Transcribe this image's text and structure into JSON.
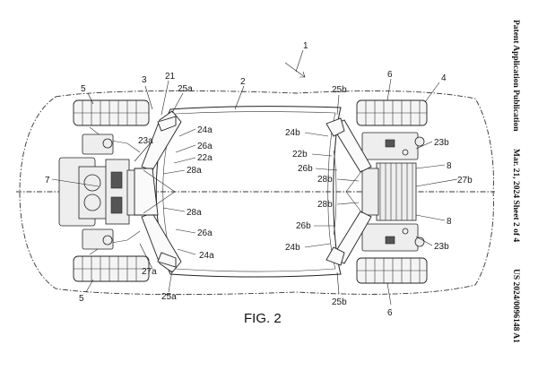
{
  "header": {
    "line1": "Patent Application Publication",
    "line2": "Mar. 21, 2024  Sheet 2 of 4",
    "line3": "US 2024/0096148 A1"
  },
  "figure": {
    "caption": "FIG. 2",
    "labels": {
      "l1": "1",
      "l2": "2",
      "l3": "3",
      "l4": "4",
      "l5a": "5",
      "l5b": "5",
      "l6a": "6",
      "l6b": "6",
      "l7": "7",
      "l8a": "8",
      "l8b": "8",
      "l21": "21",
      "l22a": "22a",
      "l22b": "22b",
      "l23a": "23a",
      "l23b1": "23b",
      "l23b2": "23b",
      "l24a1": "24a",
      "l24a2": "24a",
      "l24b1": "24b",
      "l24b2": "24b",
      "l25a1": "25a",
      "l25a2": "25a",
      "l25b1": "25b",
      "l25b2": "25b",
      "l26a1": "26a",
      "l26a2": "26a",
      "l26b1": "26b",
      "l26b2": "26b",
      "l27a": "27a",
      "l27b": "27b",
      "l28a1": "28a",
      "l28a2": "28a",
      "l28b1": "28b",
      "l28b2": "28b"
    }
  }
}
